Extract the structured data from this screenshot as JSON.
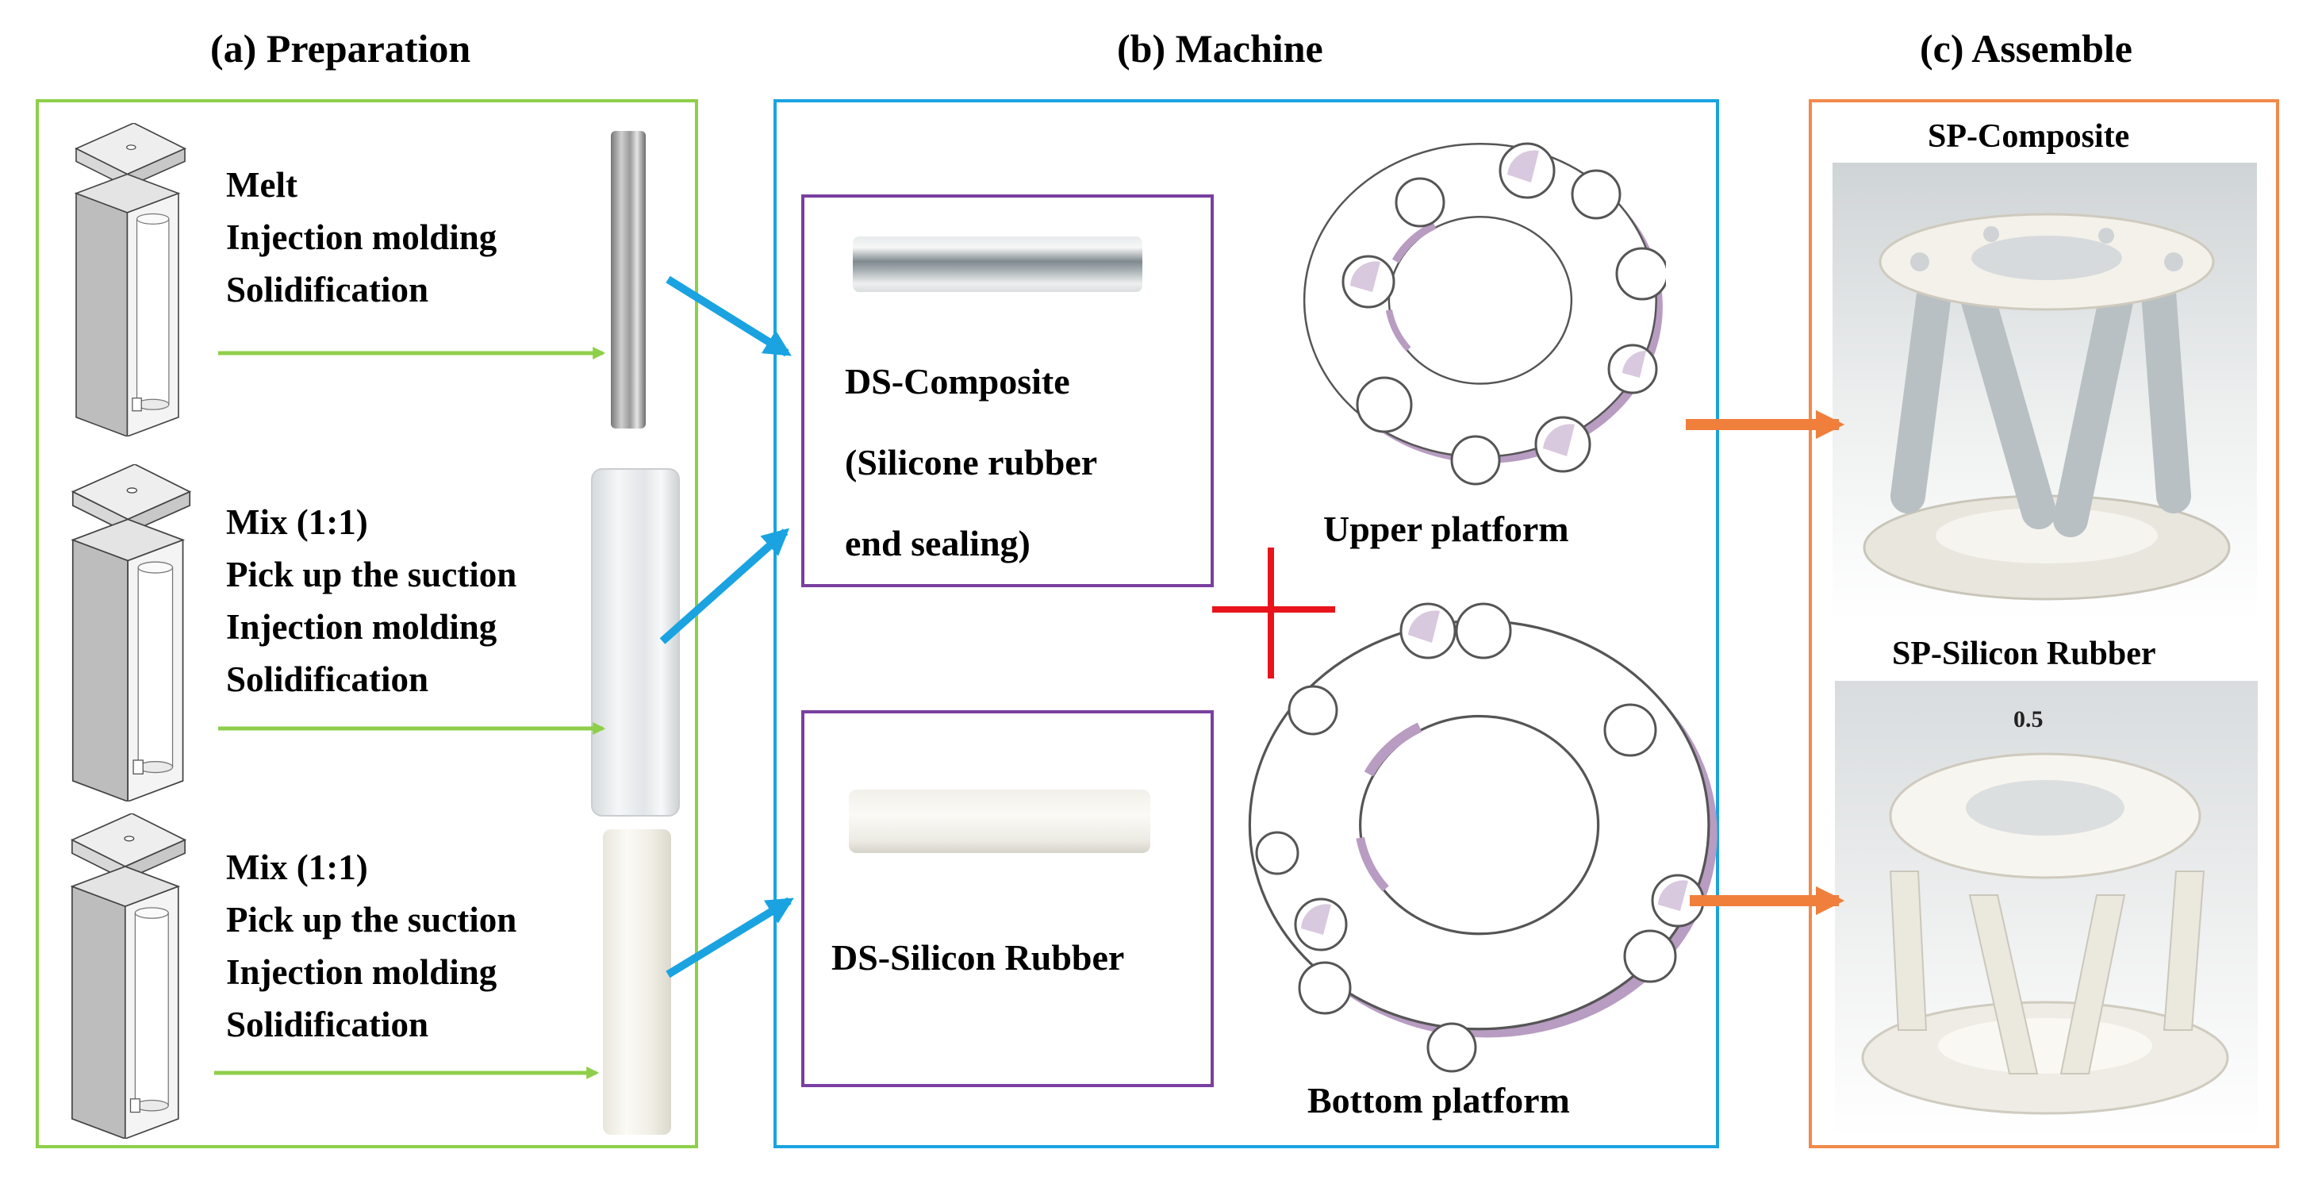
{
  "headers": {
    "preparation": "(a) Preparation",
    "machine": "(b) Machine",
    "assemble": "(c) Assemble"
  },
  "preparation": {
    "steps": [
      [
        "Melt",
        "Injection molding",
        "Solidification"
      ],
      [
        "Mix (1:1)",
        "Pick up the suction",
        "Injection molding",
        "Solidification"
      ],
      [
        "Mix (1:1)",
        "Pick up the suction",
        "Injection molding",
        "Solidification"
      ]
    ]
  },
  "machine": {
    "composite_label_lines": [
      "DS-Composite",
      "(Silicone rubber",
      "end sealing)"
    ],
    "silicon_label": "DS-Silicon Rubber",
    "upper_platform": "Upper platform",
    "bottom_platform": "Bottom platform"
  },
  "assemble": {
    "top_title": "SP-Composite",
    "bottom_title": "SP-Silicon Rubber",
    "engraving": "0.5"
  },
  "colors": {
    "panel_a_border": "#8ecf4a",
    "panel_b_border": "#1aa3e0",
    "panel_c_border": "#f08a4b",
    "box_border": "#7a3fa0",
    "green_arrow": "#8ecf4a",
    "blue_arrow": "#1aa3e0",
    "orange_arrow": "#f07f3c",
    "plus": "#e8141b"
  }
}
